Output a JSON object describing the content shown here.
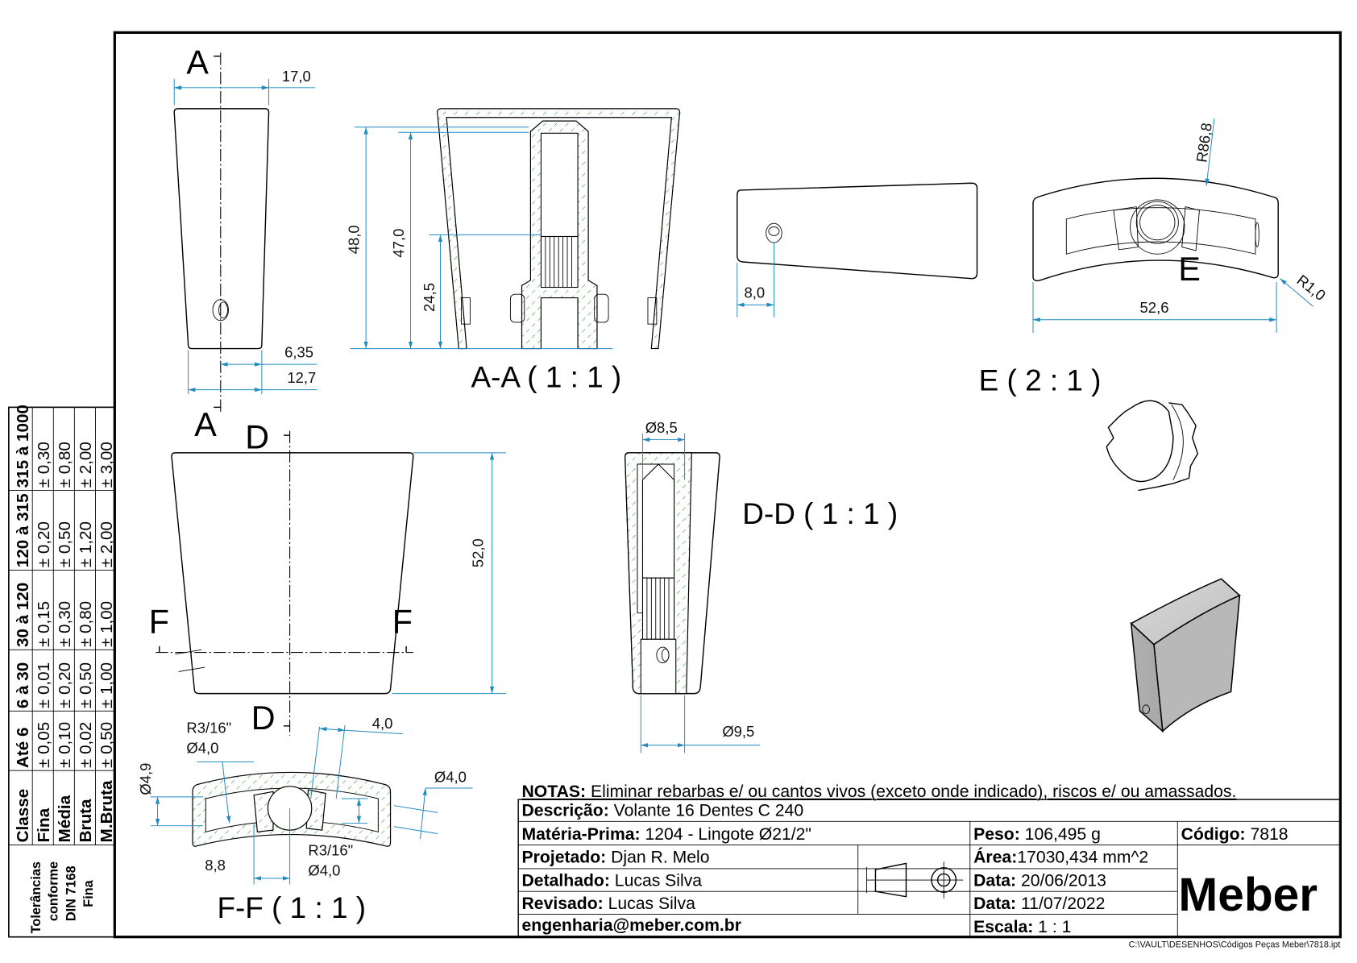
{
  "drawing": {
    "views": {
      "front": {
        "section_mark_top": "A",
        "section_mark_bottom": "A",
        "dims": [
          "17,0",
          "6,35",
          "12,7"
        ]
      },
      "section_aa": {
        "title": "A-A ( 1 : 1 )",
        "dims": [
          "48,0",
          "47,0",
          "24,5"
        ]
      },
      "top": {
        "dims": [
          "8,0"
        ]
      },
      "end": {
        "dims": [
          "R86,8",
          "52,6",
          "R1,0"
        ],
        "detail_mark": "E"
      },
      "detail_e": {
        "title": "E ( 2 : 1 )"
      },
      "side": {
        "marks": [
          "D",
          "D",
          "F",
          "F"
        ],
        "dims": [
          "52,0"
        ]
      },
      "section_dd": {
        "title": "D-D ( 1 : 1 )",
        "dims": [
          "Ø8,5",
          "Ø9,5"
        ]
      },
      "section_ff": {
        "title": "F-F ( 1 : 1 )",
        "dims": [
          "R3/16\"",
          "Ø4,0",
          "4,0",
          "Ø4,9",
          "Ø4,0",
          "8,8",
          "R3/16\"",
          "Ø4,0"
        ]
      }
    }
  },
  "tolerances": {
    "title_lines": [
      "Tolerâncias",
      "conforme",
      "DIN 7168",
      "Fina"
    ],
    "header": [
      "Classe",
      "Até 6",
      "6 à 30",
      "30 à 120",
      "120 à 315",
      "315 à 1000"
    ],
    "rows": [
      {
        "classe": "Fina",
        "values": [
          "± 0,05",
          "± 0,01",
          "± 0,15",
          "± 0,20",
          "± 0,30"
        ]
      },
      {
        "classe": "Média",
        "values": [
          "± 0,10",
          "± 0,20",
          "± 0,30",
          "± 0,50",
          "± 0,80"
        ]
      },
      {
        "classe": "Bruta",
        "values": [
          "± 0,02",
          "± 0,50",
          "± 0,80",
          "± 1,20",
          "± 2,00"
        ]
      },
      {
        "classe": "M.Bruta",
        "values": [
          "± 0,50",
          "± 1,00",
          "± 1,00",
          "± 2,00",
          "± 3,00"
        ]
      }
    ]
  },
  "title_block": {
    "notes_label": "NOTAS:",
    "notes_text": " Eliminar rebarbas e/ ou cantos vivos (exceto onde indicado), riscos e/ ou amassados.",
    "descricao_label": "Descrição:",
    "descricao": " Volante 16 Dentes C 240",
    "materia_label": "Matéria-Prima:",
    "materia": " 1204 - Lingote Ø21/2\"",
    "peso_label": "Peso:",
    "peso": " 106,495 g",
    "codigo_label": "Código:",
    "codigo": " 7818",
    "projetado_label": "Projetado:",
    "projetado": " Djan R. Melo",
    "area_label": "Área:",
    "area": "17030,434 mm^2",
    "detalhado_label": "Detalhado:",
    "detalhado": " Lucas Silva",
    "data1_label": "Data:",
    "data1": " 20/06/2013",
    "revisado_label": "Revisado:",
    "revisado": " Lucas Silva",
    "data2_label": "Data:",
    "data2": " 11/07/2022",
    "email": "engenharia@meber.com.br",
    "escala_label": "Escala:",
    "escala": " 1 : 1",
    "logo": "Meber",
    "projection_symbol": "first-angle-projection-icon",
    "file_path": "C:\\VAULT\\DESENHOS\\Códigos Peças Meber\\7818.ipt"
  },
  "colors": {
    "dimension": "#1f8ac0",
    "hatch": "#3a9a3a",
    "iso_shade": "#b4b4b4"
  }
}
